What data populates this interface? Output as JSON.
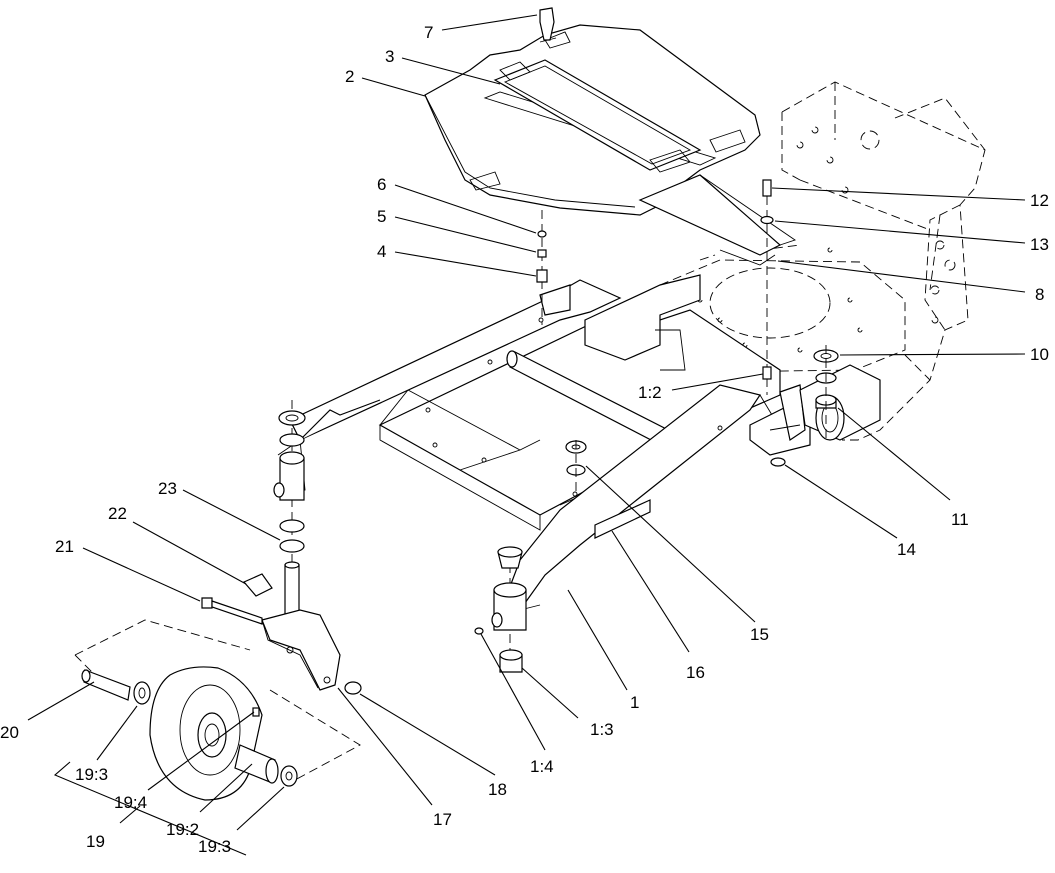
{
  "diagram": {
    "callouts": [
      {
        "id": "c7",
        "label": "7"
      },
      {
        "id": "c3",
        "label": "3"
      },
      {
        "id": "c2",
        "label": "2"
      },
      {
        "id": "c6",
        "label": "6"
      },
      {
        "id": "c5",
        "label": "5"
      },
      {
        "id": "c4",
        "label": "4"
      },
      {
        "id": "c12",
        "label": "12"
      },
      {
        "id": "c13",
        "label": "13"
      },
      {
        "id": "c8",
        "label": "8"
      },
      {
        "id": "c10",
        "label": "10"
      },
      {
        "id": "c1_2",
        "label": "1:2"
      },
      {
        "id": "c11",
        "label": "11"
      },
      {
        "id": "c14",
        "label": "14"
      },
      {
        "id": "c23",
        "label": "23"
      },
      {
        "id": "c22",
        "label": "22"
      },
      {
        "id": "c21",
        "label": "21"
      },
      {
        "id": "c15",
        "label": "15"
      },
      {
        "id": "c16",
        "label": "16"
      },
      {
        "id": "c1",
        "label": "1"
      },
      {
        "id": "c1_3",
        "label": "1:3"
      },
      {
        "id": "c1_4",
        "label": "1:4"
      },
      {
        "id": "c20",
        "label": "20"
      },
      {
        "id": "c19_3a",
        "label": "19:3"
      },
      {
        "id": "c19_4",
        "label": "19:4"
      },
      {
        "id": "c19_2",
        "label": "19:2"
      },
      {
        "id": "c19_3b",
        "label": "19:3"
      },
      {
        "id": "c19",
        "label": "19"
      },
      {
        "id": "c17",
        "label": "17"
      },
      {
        "id": "c18",
        "label": "18"
      }
    ]
  }
}
